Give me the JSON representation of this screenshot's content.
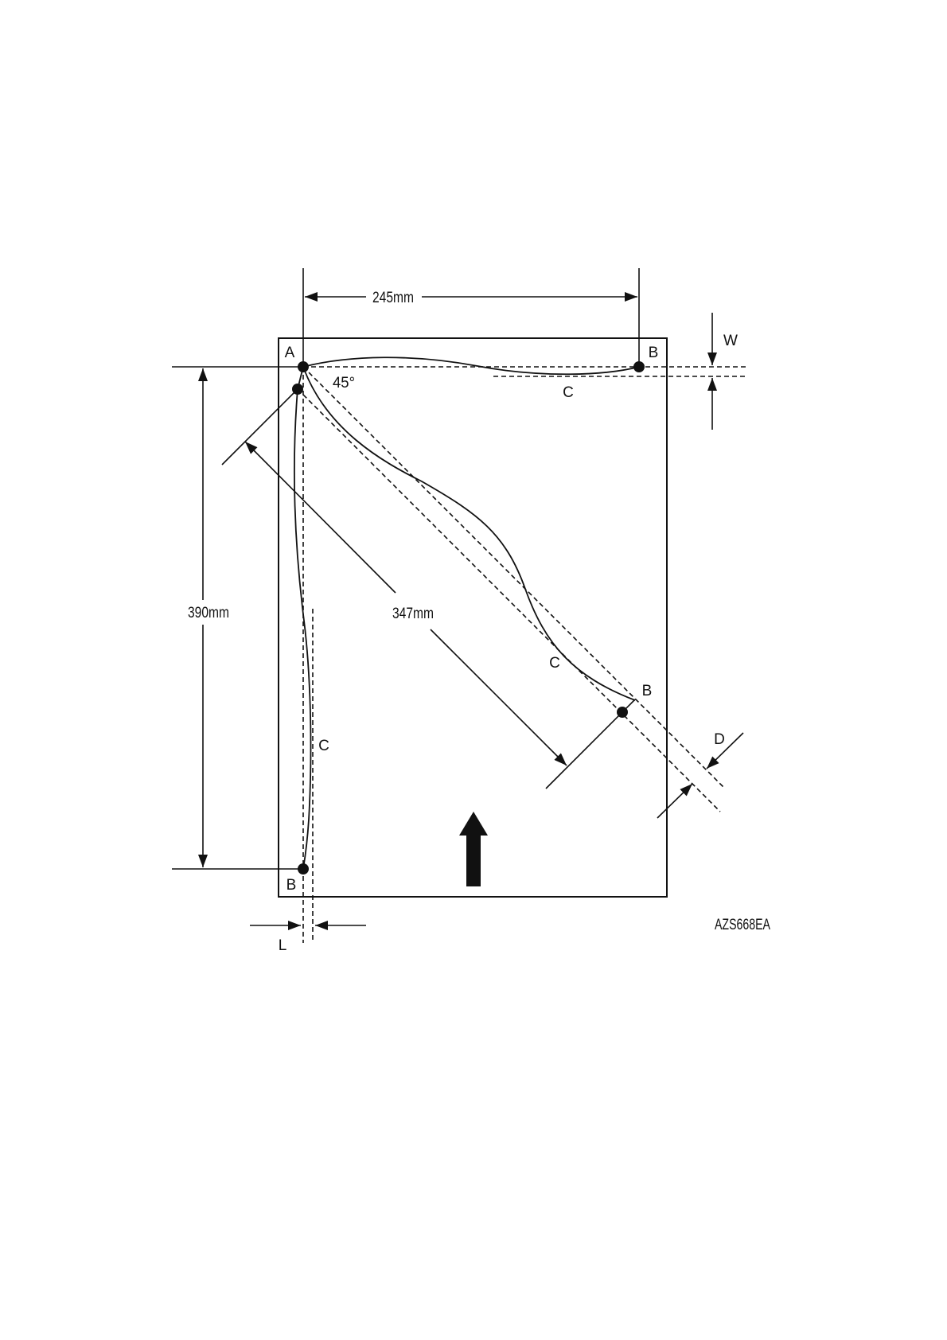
{
  "figure": {
    "code": "AZS668EA",
    "dimensions": {
      "width": "245mm",
      "height": "390mm",
      "diagonal": "347mm",
      "angle": "45°"
    },
    "points": {
      "a": "A",
      "b_top": "B",
      "b_diagonal": "B",
      "b_bottom": "B"
    },
    "curves": {
      "c_top": "C",
      "c_diagonal": "C",
      "c_left": "C"
    },
    "tolerances": {
      "w": "W",
      "d": "D",
      "l": "L"
    },
    "feed_direction_icon": "up-arrow-icon"
  }
}
